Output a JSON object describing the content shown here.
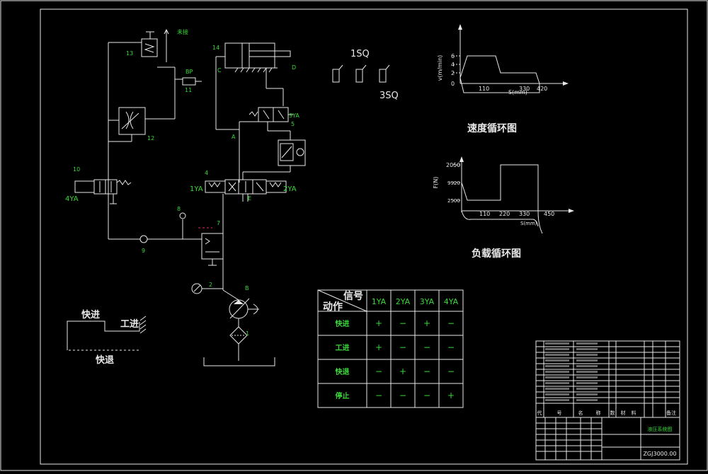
{
  "colors": {
    "background": "#000000",
    "line": "#e8e8e8",
    "accent": "#39d939"
  },
  "labels": {
    "n13": "13",
    "exhaust": "未接",
    "n14": "14",
    "C": "C",
    "D": "D",
    "BP": "BP",
    "n11": "11",
    "n12": "12",
    "n10": "10",
    "ya4": "4YA",
    "n5": "5",
    "ya3": "3YA",
    "A": "A",
    "n4": "4",
    "ya1": "1YA",
    "ya2": "2YA",
    "E": "E",
    "n8": "8",
    "n7": "7",
    "n9": "9",
    "n2": "2",
    "B": "B",
    "n1": "1",
    "sq1": "1SQ",
    "sq3": "3SQ"
  },
  "cycle": {
    "fast_in": "快进",
    "work_in": "工进",
    "fast_back": "快退"
  },
  "speed_chart": {
    "title": "速度循环图",
    "ylabel": "v(m/min)",
    "xlabel": "S(mm)",
    "yticks": [
      "6",
      "4",
      "2",
      "0"
    ],
    "xticks": [
      "110",
      "330",
      "420"
    ]
  },
  "load_chart": {
    "title": "负载循环图",
    "ylabel": "F(N)",
    "xlabel": "S(mm)",
    "yticks": [
      "2050",
      "9920",
      "2500"
    ],
    "xticks": [
      "110",
      "220",
      "330",
      "450"
    ]
  },
  "action_table": {
    "header_signal": "信号",
    "header_action": "动作",
    "columns": [
      "1YA",
      "2YA",
      "3YA",
      "4YA"
    ],
    "rows": [
      {
        "action": "快进",
        "values": [
          "+",
          "−",
          "+",
          "−"
        ]
      },
      {
        "action": "工进",
        "values": [
          "+",
          "−",
          "−",
          "−"
        ]
      },
      {
        "action": "快退",
        "values": [
          "−",
          "+",
          "−",
          "−"
        ]
      },
      {
        "action": "停止",
        "values": [
          "−",
          "−",
          "−",
          "+"
        ]
      }
    ]
  },
  "title_block": {
    "title": "液压系统图",
    "drawing_no": "ZGJ3000.00",
    "headers": [
      "代",
      "号",
      "名",
      "称",
      "数",
      "材",
      "料",
      "备注"
    ]
  }
}
